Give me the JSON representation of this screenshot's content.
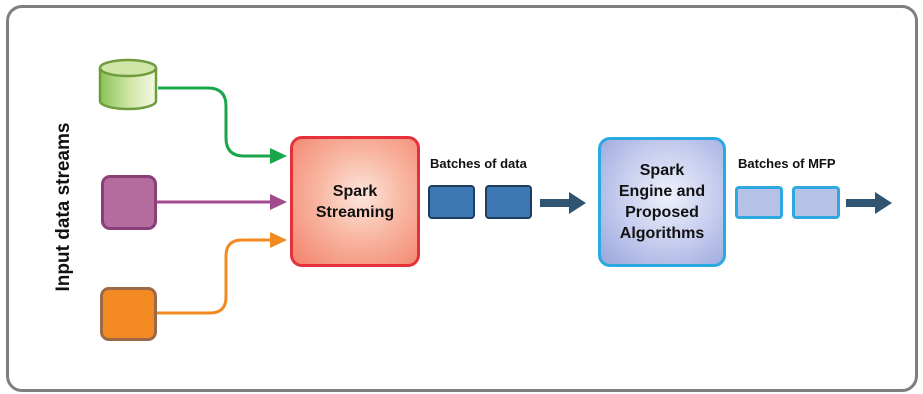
{
  "side_label": "Input data streams",
  "spark_streaming_label": "Spark\nStreaming",
  "batches_of_data_label": "Batches of data",
  "spark_engine_label": "Spark\nEngine and\nProposed\nAlgorithms",
  "batches_of_mfp_label": "Batches of MFP",
  "colors": {
    "green": "#1aa64a",
    "purple": "#a24a8e",
    "orange": "#f28a21",
    "navy_arrow": "#2f5573",
    "streaming_border": "#e5313a",
    "engine_border": "#29a9e1"
  },
  "icons": {
    "source_1": "database-cylinder-icon",
    "source_2": "square-source-icon",
    "source_3": "square-source-icon"
  }
}
